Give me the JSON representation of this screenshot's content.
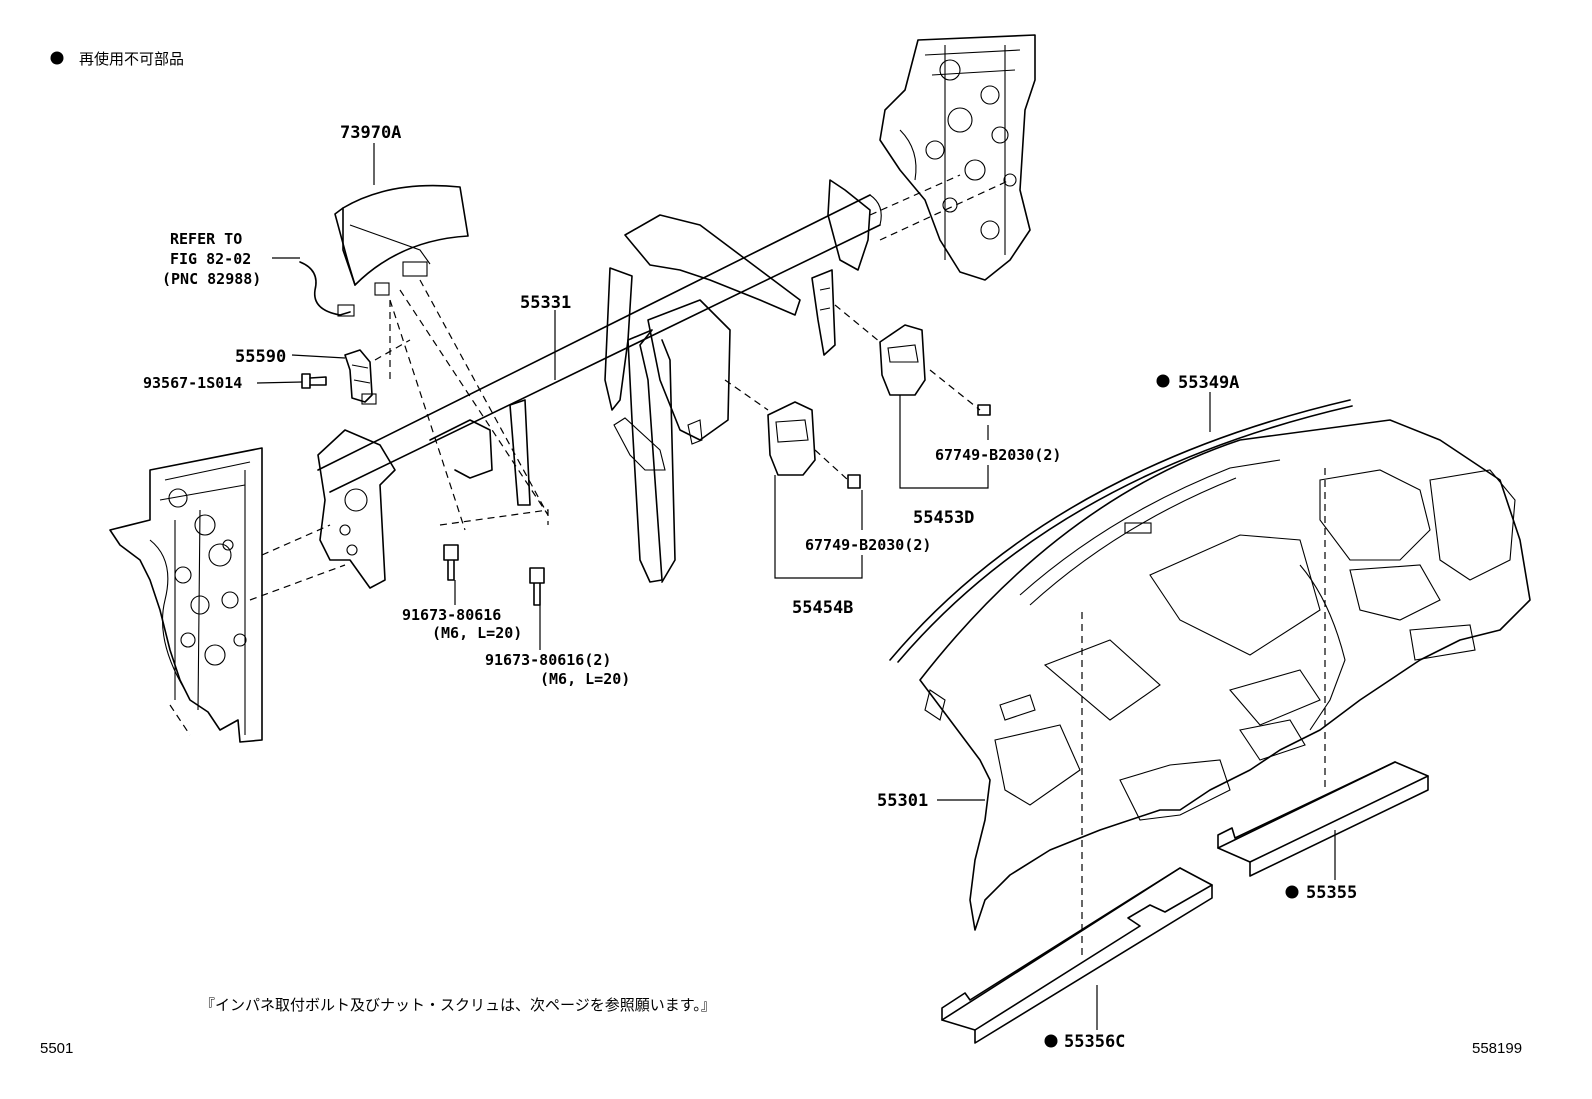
{
  "legend": {
    "symbol": "●",
    "text": "再使用不可部品"
  },
  "labels": {
    "p73970A": "73970A",
    "refer_line1": "REFER TO",
    "refer_line2": "FIG 82-02",
    "refer_line3": "(PNC 82988)",
    "p55331": "55331",
    "p55590": "55590",
    "p93567": "93567-1S014",
    "p91673a": "91673-80616",
    "p91673a_spec": "(M6, L=20)",
    "p91673b": "91673-80616(2)",
    "p91673b_spec": "(M6, L=20)",
    "p67749a": "67749-B2030(2)",
    "p55453D": "55453D",
    "p67749b": "67749-B2030(2)",
    "p55454B": "55454B",
    "p55349A": "55349A",
    "p55301": "55301",
    "p55355": "55355",
    "p55356C": "55356C"
  },
  "note": "『インパネ取付ボルト及びナット・スクリュは、次ページを参照願います。』",
  "corner_left": "5501",
  "corner_right": "558199"
}
